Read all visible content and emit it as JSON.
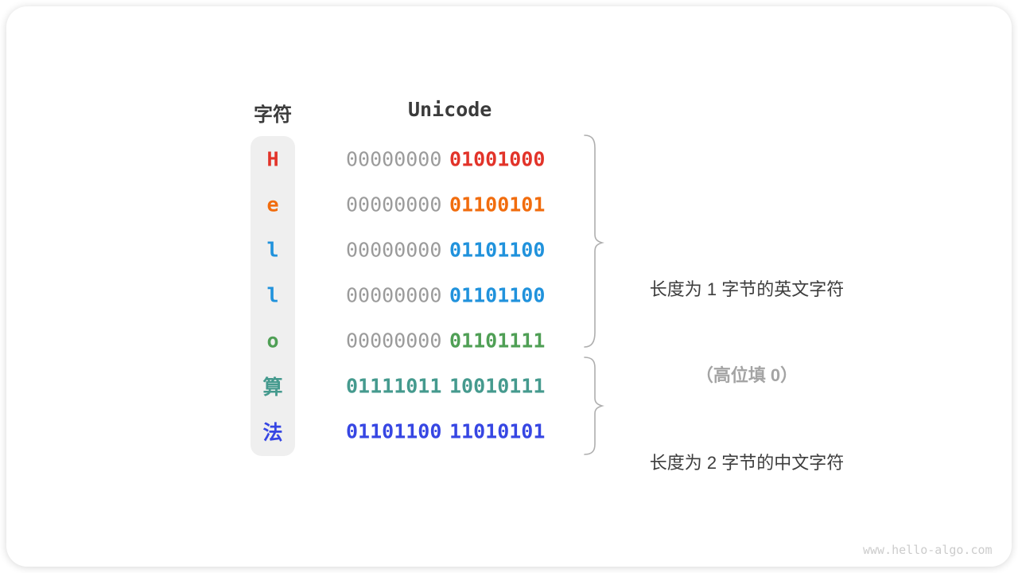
{
  "header": {
    "char_column": "字符",
    "unicode_column": "Unicode"
  },
  "rows": [
    {
      "char": "H",
      "color": "#e23329",
      "byte_high": "00000000",
      "byte_low": "01001000",
      "high_is_padding": true
    },
    {
      "char": "e",
      "color": "#f16c0d",
      "byte_high": "00000000",
      "byte_low": "01100101",
      "high_is_padding": true
    },
    {
      "char": "l",
      "color": "#2092dc",
      "byte_high": "00000000",
      "byte_low": "01101100",
      "high_is_padding": true
    },
    {
      "char": "l",
      "color": "#2092dc",
      "byte_high": "00000000",
      "byte_low": "01101100",
      "high_is_padding": true
    },
    {
      "char": "o",
      "color": "#4f9f55",
      "byte_high": "00000000",
      "byte_low": "01101111",
      "high_is_padding": true
    },
    {
      "char": "算",
      "color": "#459a8e",
      "byte_high": "01111011",
      "byte_low": "10010111",
      "high_is_padding": false
    },
    {
      "char": "法",
      "color": "#3646e3",
      "byte_high": "01101100",
      "byte_low": "11010101",
      "high_is_padding": false
    }
  ],
  "annotations": {
    "group1_line1": "长度为 1 字节的英文字符",
    "group1_line2": "（高位填 0）",
    "group2_line1": "长度为 2 字节的中文字符"
  },
  "watermark": "www.hello-algo.com",
  "colors": {
    "gray_binary": "#9b9b9b",
    "heading": "#3b3b3b",
    "annotation_primary": "#3d3d3d",
    "annotation_secondary": "#a4a4a4",
    "brace": "#aeaeae",
    "column_background": "#efefef",
    "watermark": "#cccccc"
  }
}
